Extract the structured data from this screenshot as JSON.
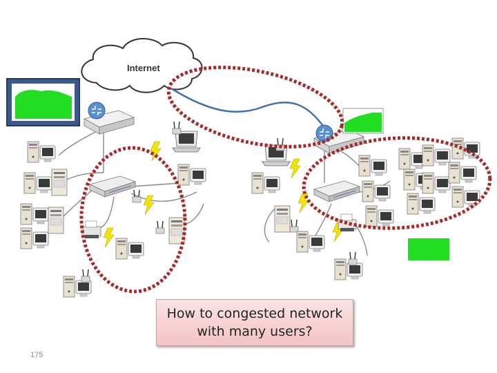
{
  "diagram": {
    "cloud_label": "Internet",
    "caption": "How to congested network with many users?",
    "slide_number": "175",
    "colors": {
      "congestion_ring": "#a52a2a",
      "graph_fill": "#22dd22",
      "link_blue": "#3f6fae",
      "bolt": "#f2e600",
      "router_icon": "#5a8fd0"
    },
    "icons": [
      "cloud-icon",
      "router-icon",
      "wireless-access-point-icon",
      "laptop-icon",
      "desktop-computer-icon",
      "server-tower-icon",
      "printer-icon",
      "traffic-graph-icon",
      "lightning-bolt-icon",
      "switch-icon"
    ]
  }
}
